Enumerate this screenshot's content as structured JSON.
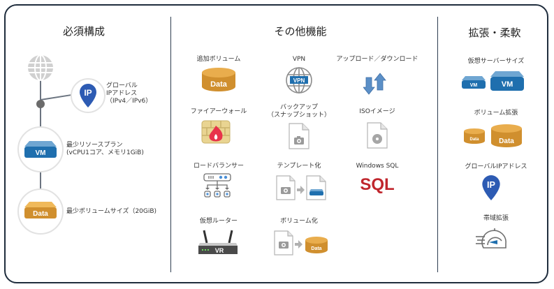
{
  "sections": {
    "required": {
      "title": "必須構成",
      "items": [
        {
          "icon": "globe-icon",
          "label": ""
        },
        {
          "icon": "ip-pin-icon",
          "label_lines": [
            "グローバル",
            "IPアドレス",
            "（IPv4／IPv6）"
          ]
        },
        {
          "icon": "vm-icon",
          "icon_text": "VM",
          "label_lines": [
            "最少リソースプラン",
            "(vCPU1コア、メモリ1GiB)"
          ]
        },
        {
          "icon": "data-volume-icon",
          "icon_text": "Data",
          "label_lines": [
            "最少ボリュームサイズ（20GiB)"
          ]
        }
      ]
    },
    "other": {
      "title": "その他機能",
      "items": [
        {
          "label": "追加ボリューム",
          "icon": "data-volume-icon",
          "icon_text": "Data"
        },
        {
          "label": "VPN",
          "icon": "vpn-globe-icon",
          "icon_text": "VPN"
        },
        {
          "label": "アップロード／ダウンロード",
          "icon": "upload-download-arrows-icon"
        },
        {
          "label": "ファイアーウォール",
          "icon": "firewall-icon"
        },
        {
          "label_lines": [
            "バックアップ",
            "（スナップショット）"
          ],
          "icon": "snapshot-file-icon"
        },
        {
          "label": "ISOイメージ",
          "icon": "iso-disc-file-icon"
        },
        {
          "label": "ロードバランサー",
          "icon": "load-balancer-icon"
        },
        {
          "label": "テンプレート化",
          "icon": "template-convert-icon"
        },
        {
          "label": "Windows SQL",
          "icon": "sql-icon",
          "icon_text": "SQL"
        },
        {
          "label": "仮想ルーター",
          "icon": "router-icon",
          "icon_text": "VR"
        },
        {
          "label": "ボリューム化",
          "icon": "volume-convert-icon",
          "icon_text": "Data"
        }
      ]
    },
    "scale": {
      "title": "拡張・柔軟",
      "items": [
        {
          "label": "仮想サーバーサイズ",
          "icon": "vm-scale-icon",
          "icon_text": "VM"
        },
        {
          "label": "ボリューム拡張",
          "icon": "volume-scale-icon",
          "icon_text": "Data"
        },
        {
          "label": "グローバルIPアドレス",
          "icon": "ip-pin-icon",
          "icon_text": "IP"
        },
        {
          "label": "帯域拡張",
          "icon": "speedometer-icon"
        }
      ]
    }
  },
  "colors": {
    "vm_blue": "#1f6fae",
    "vm_light": "#6fa6d2",
    "data_orange": "#d99a33",
    "data_light": "#f0b95a",
    "ip_blue": "#2d5bb3",
    "sql_red": "#c0262d",
    "firewall_red": "#e8334a",
    "firewall_tan": "#e9d491",
    "arrow_blue": "#5b8fc7",
    "frame": "#1f2d3d"
  }
}
